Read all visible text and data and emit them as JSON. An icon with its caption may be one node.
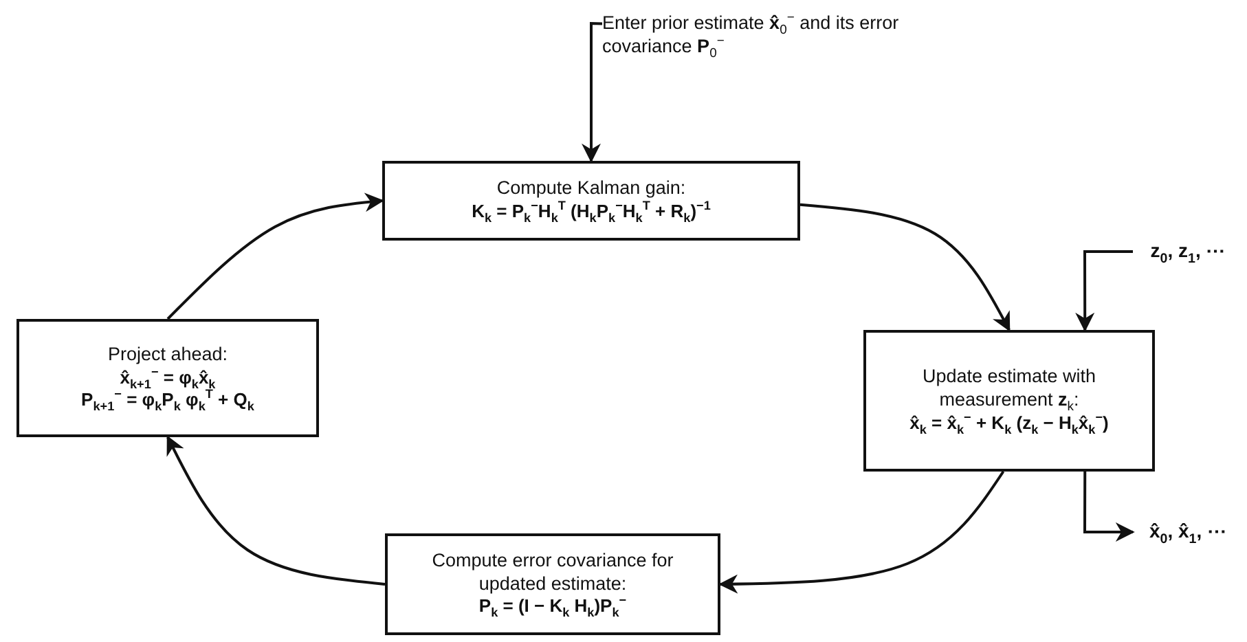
{
  "diagram": {
    "nodes": [
      {
        "text": [
          "Enter prior estimate **x̂**$_{0}$$^{−}$ and its error covariance **P**$_{0}$$^{−}$"
        ]
      },
      {
        "text": [
          "Compute Kalman gain:",
          "K$_{k}$ = P$_{k}$$^{−}$H$_{k}$$^{T}$ (H$_{k}$P$_{k}$$^{−}$H$_{k}$$^{T}$ + R$_{k}$)$^{−1}$"
        ]
      },
      {
        "text": [
          "Update estimate with measurement **z**$_{k}$:",
          "x̂$_{k}$ = x̂$_{k}$$^{−}$ + K$_{k}$ (z$_{k}$ − H$_{k}$x̂$_{k}$$^{−}$)"
        ]
      },
      {
        "text": [
          "Compute error covariance for updated estimate:",
          "P$_{k}$ = (I − K$_{k}$ H$_{k}$)P$_{k}$$^{−}$"
        ]
      },
      {
        "text": [
          "Project ahead:",
          "x̂$_{k+1}$$^{−}$ = φ$_{k}$x̂$_{k}$",
          "P$_{k+1}$$^{−}$ = φ$_{k}$P$_{k}$ φ$_{k}$$^{T}$ + Q$_{k}$"
        ]
      },
      {
        "text": [
          "z$_{0}$, z$_{1}$, ⋯"
        ]
      },
      {
        "text": [
          "x̂$_{0}$, x̂$_{1}$, ⋯"
        ]
      }
    ],
    "edges": [
      {
        "from": 0,
        "to": 1,
        "arrow": "to"
      },
      {
        "from": 1,
        "to": 2,
        "arrow": "to"
      },
      {
        "from": 5,
        "to": 2,
        "arrow": "to"
      },
      {
        "from": 2,
        "to": 6,
        "arrow": "to"
      },
      {
        "from": 2,
        "to": 3,
        "arrow": "to"
      },
      {
        "from": 3,
        "to": 4,
        "arrow": "to"
      },
      {
        "from": 4,
        "to": 1,
        "arrow": "to"
      }
    ]
  }
}
